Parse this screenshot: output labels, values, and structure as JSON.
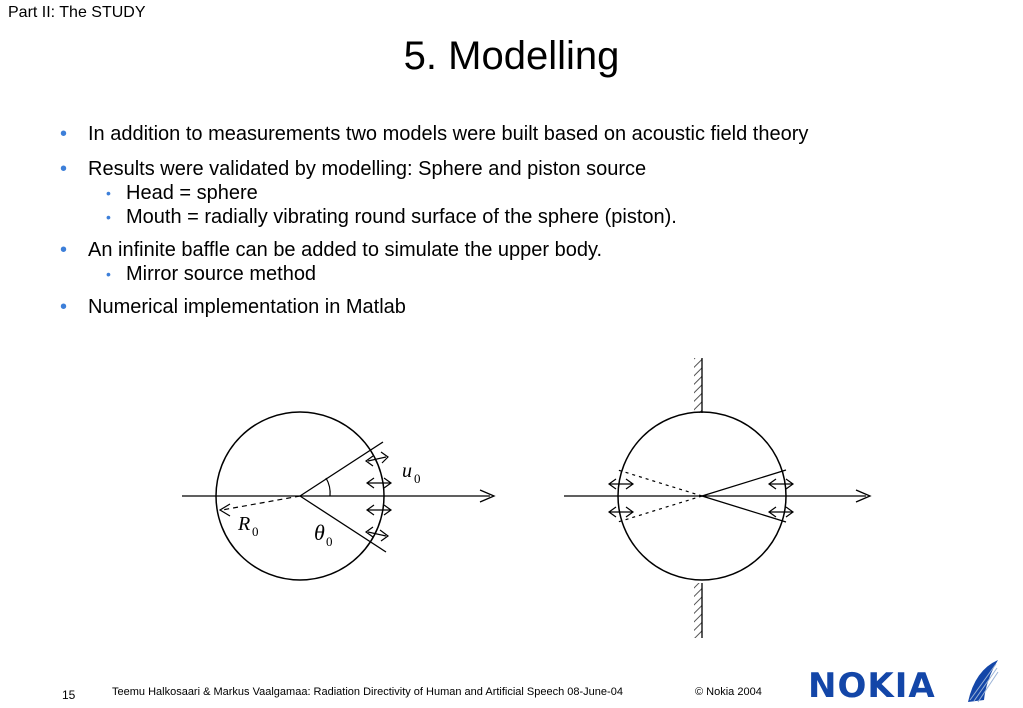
{
  "header": {
    "section": "Part II: The STUDY",
    "title": "5. Modelling"
  },
  "bullets": [
    {
      "text": "In addition to measurements two models were built based on acoustic field theory",
      "subs": []
    },
    {
      "text": "Results were validated by modelling: Sphere and piston source",
      "subs": [
        "Head = sphere",
        "Mouth = radially vibrating round surface of the sphere (piston)."
      ]
    },
    {
      "text": "An infinite baffle can be added to simulate the upper body.",
      "subs": [
        "Mirror source method"
      ]
    },
    {
      "text": "Numerical implementation in Matlab",
      "subs": []
    }
  ],
  "diagram": {
    "left": {
      "u_label": "u",
      "u_sub": "0",
      "r_label": "R",
      "r_sub": "0",
      "theta_label": "θ",
      "theta_sub": "0"
    }
  },
  "footer": {
    "page": "15",
    "text": "Teemu Halkosaari & Markus Vaalgamaa: Radiation Directivity of Human and Artificial Speech  08-June-04",
    "copyright": "© Nokia 2004",
    "logo": "NOKIA"
  },
  "colors": {
    "bullet": "#3d7fd9",
    "logo": "#1346a8"
  }
}
